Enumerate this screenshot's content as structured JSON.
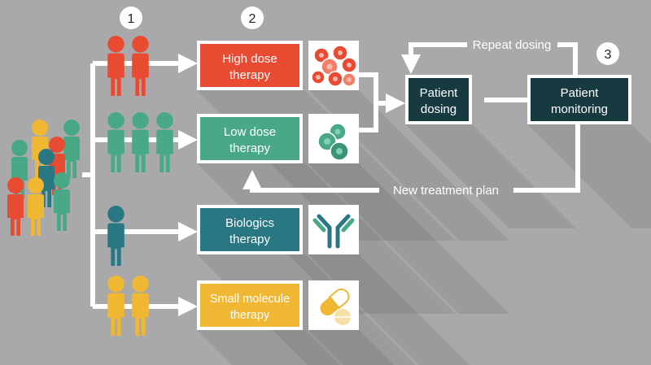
{
  "steps": [
    "1",
    "2",
    "3"
  ],
  "therapies": [
    {
      "line1": "High dose",
      "line2": "therapy",
      "color": "#e84a32"
    },
    {
      "line1": "Low dose",
      "line2": "therapy",
      "color": "#49a986"
    },
    {
      "line1": "Biologics",
      "line2": "therapy",
      "color": "#287783"
    },
    {
      "line1": "Small molecule",
      "line2": "therapy",
      "color": "#f0b732"
    }
  ],
  "patient_dosing": {
    "line1": "Patient",
    "line2": "dosing"
  },
  "patient_monitoring": {
    "line1": "Patient",
    "line2": "monitoring"
  },
  "repeat_dosing": "Repeat dosing",
  "new_treatment_plan": "New treatment plan",
  "colors": {
    "background": "#a9a9ab",
    "dark_box": "#173a40",
    "red": "#e84a32",
    "green": "#49a986",
    "teal": "#287783",
    "yellow": "#f0b732",
    "white": "#ffffff"
  },
  "icons": [
    "cell-cluster-red-icon",
    "cell-cluster-green-icon",
    "antibody-icon",
    "pill-capsule-icon"
  ]
}
